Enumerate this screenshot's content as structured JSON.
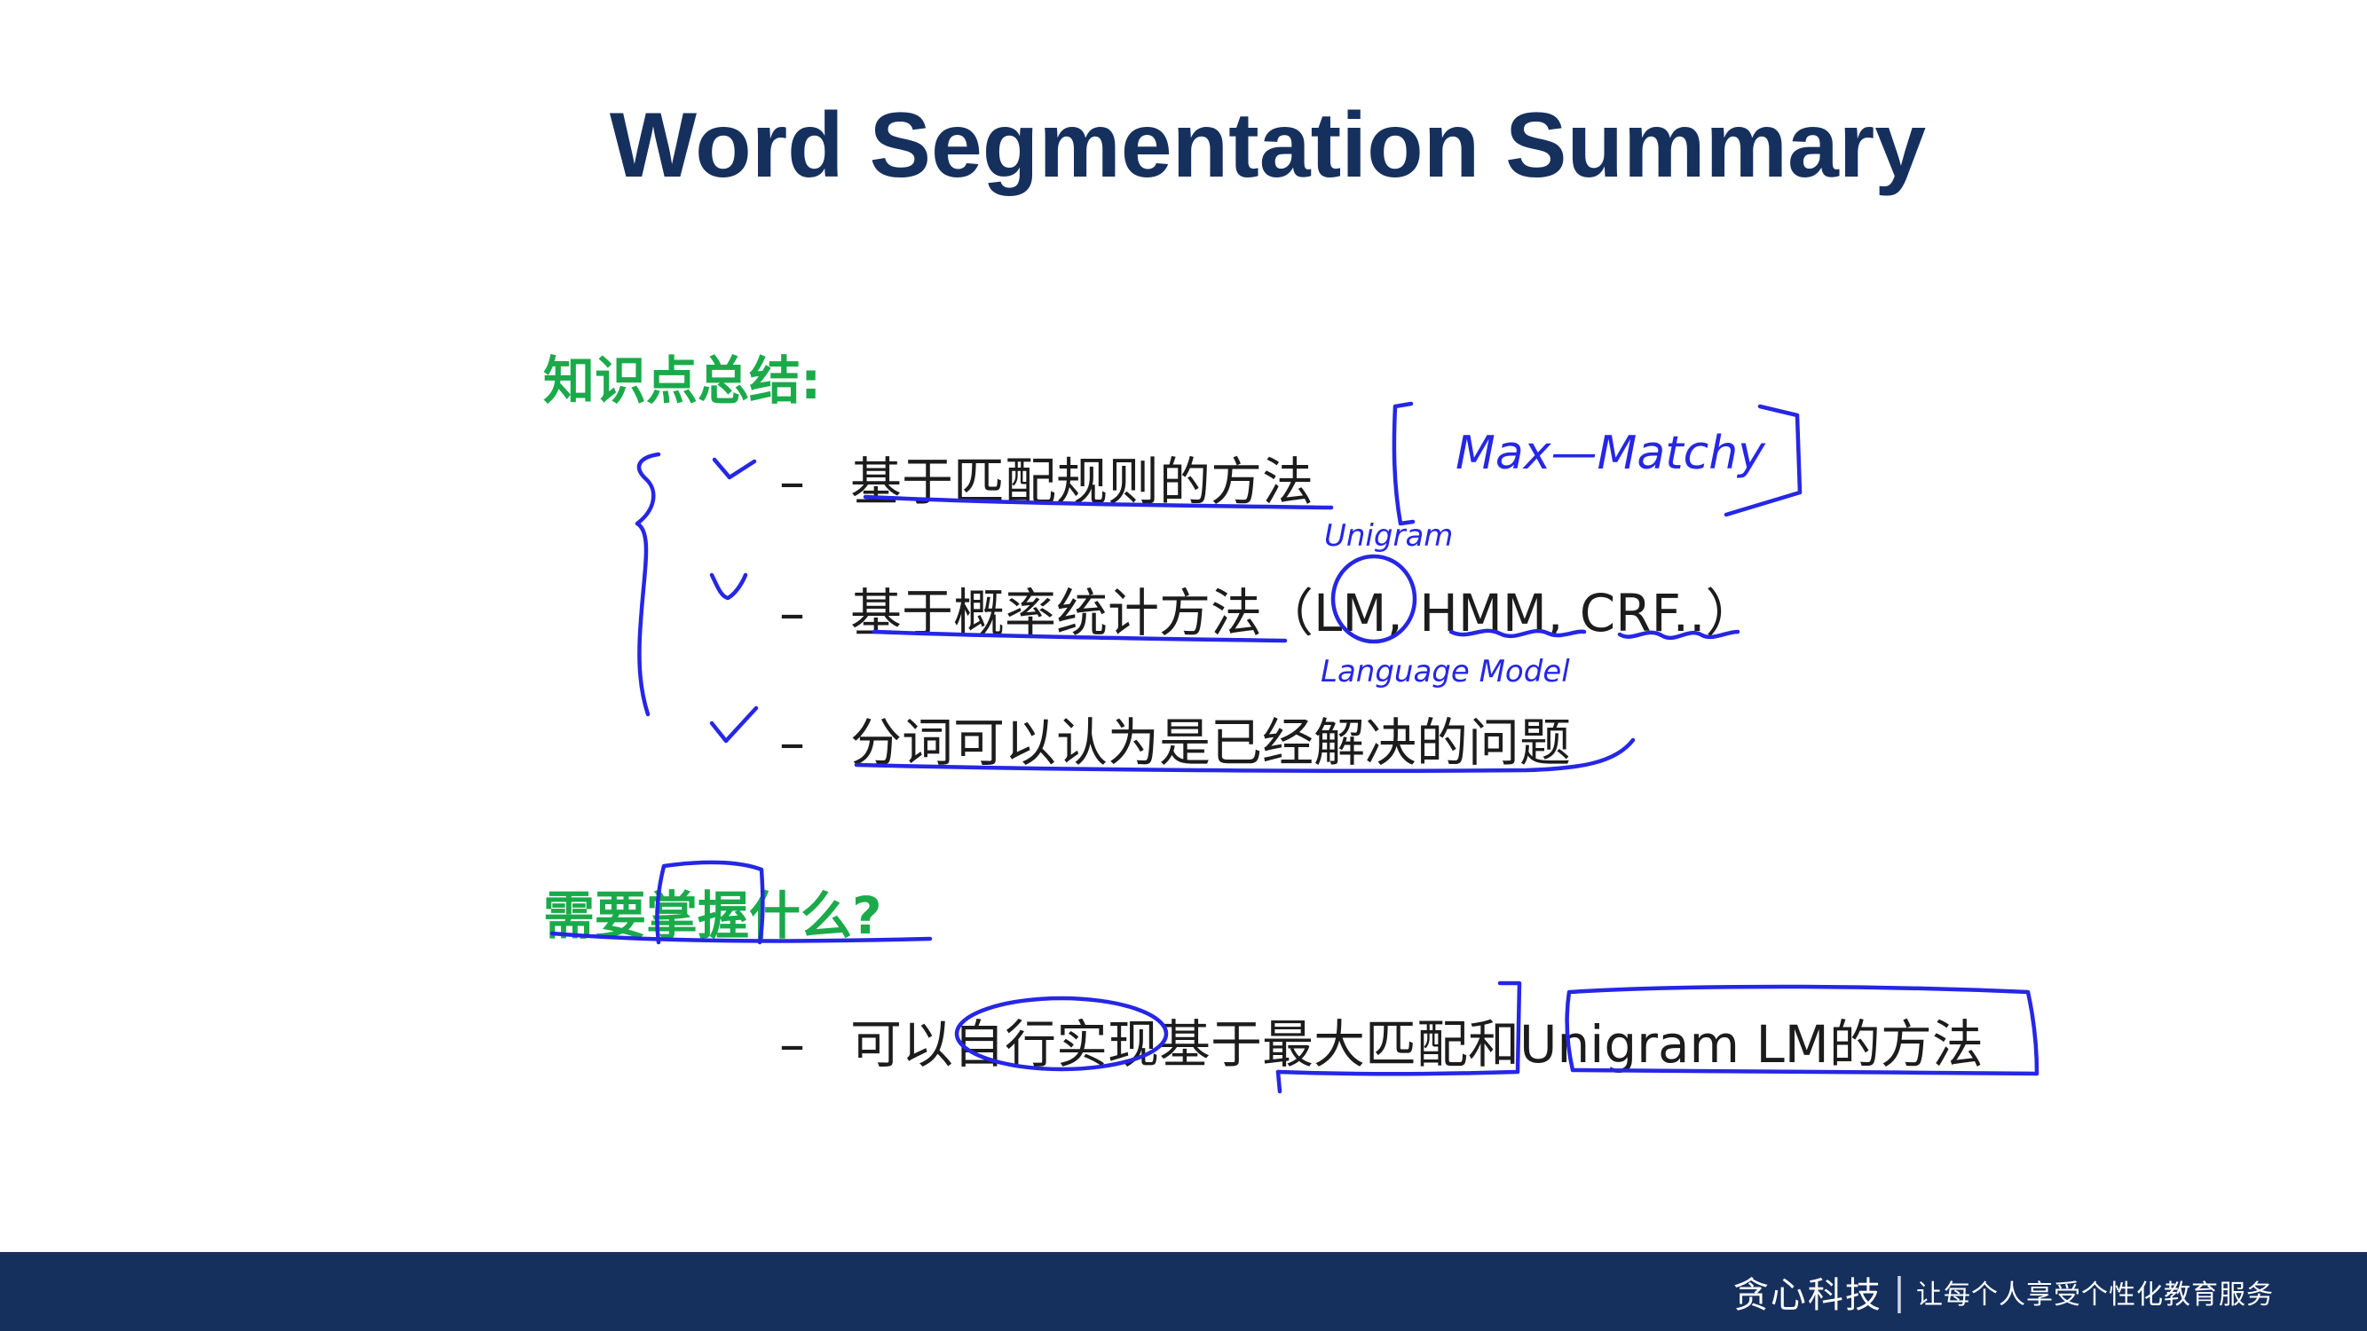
{
  "title": "Word Segmentation Summary",
  "section1": {
    "heading": "知识点总结:",
    "bullets": [
      {
        "dash": "–",
        "text": "基于匹配规则的方法"
      },
      {
        "dash": "–",
        "text": "基于概率统计方法（LM, HMM, CRF..）"
      },
      {
        "dash": "–",
        "text": "分词可以认为是已经解决的问题"
      }
    ]
  },
  "section2": {
    "heading": "需要掌握什么?",
    "bullets": [
      {
        "dash": "–",
        "text": "可以自行实现基于最大匹配和Unigram LM的方法"
      }
    ]
  },
  "handwriting": {
    "max_match": "Max—Matchy",
    "unigram": "Unigram",
    "language_model": "Language Model",
    "ink_color": "#2626e6"
  },
  "footer": {
    "brand": "贪心科技",
    "separator": "|",
    "slogan": "让每个人享受个性化教育服务",
    "background": "#16305e"
  }
}
